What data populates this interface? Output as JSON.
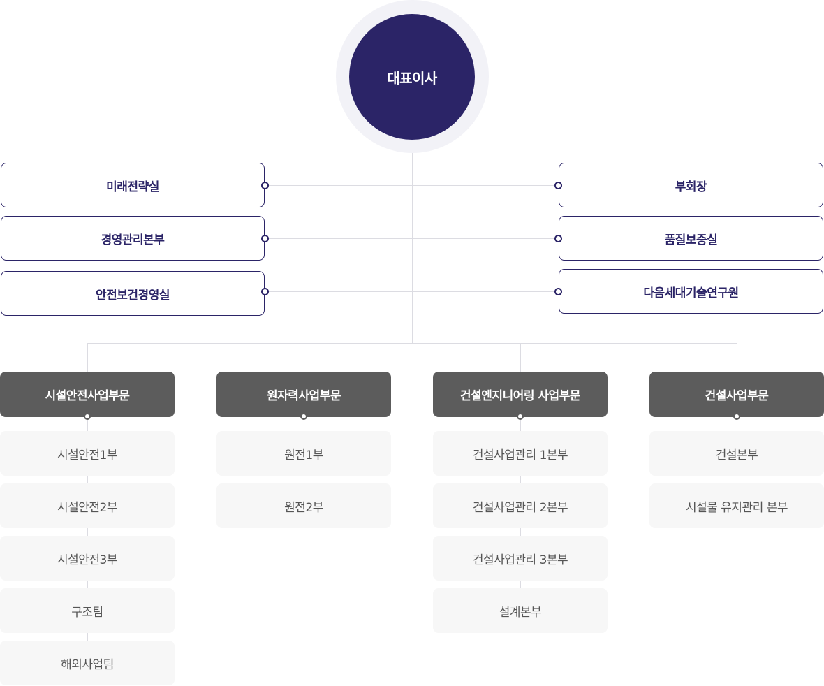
{
  "ceo": {
    "title": "대표이사"
  },
  "staff": {
    "left": [
      "미래전략실",
      "경영관리본부",
      "안전보건경영실"
    ],
    "right": [
      "부회장",
      "품질보증실",
      "다음세대기술연구원"
    ]
  },
  "divisions": [
    {
      "name": "시설안전사업부문",
      "departments": [
        "시설안전1부",
        "시설안전2부",
        "시설안전3부",
        "구조팀",
        "해외사업팀"
      ]
    },
    {
      "name": "원자력사업부문",
      "departments": [
        "원전1부",
        "원전2부"
      ]
    },
    {
      "name": "건설엔지니어링 사업부문",
      "departments": [
        "건설사업관리 1본부",
        "건설사업관리 2본부",
        "건설사업관리 3본부",
        "설계본부"
      ]
    },
    {
      "name": "건설사업부문",
      "departments": [
        "건설본부",
        "시설물 유지관리 본부"
      ]
    }
  ],
  "colors": {
    "ceo": "#2b2467",
    "division": "#5c5c5c",
    "department_bg": "#f7f7f7",
    "line": "#dcdce2"
  }
}
